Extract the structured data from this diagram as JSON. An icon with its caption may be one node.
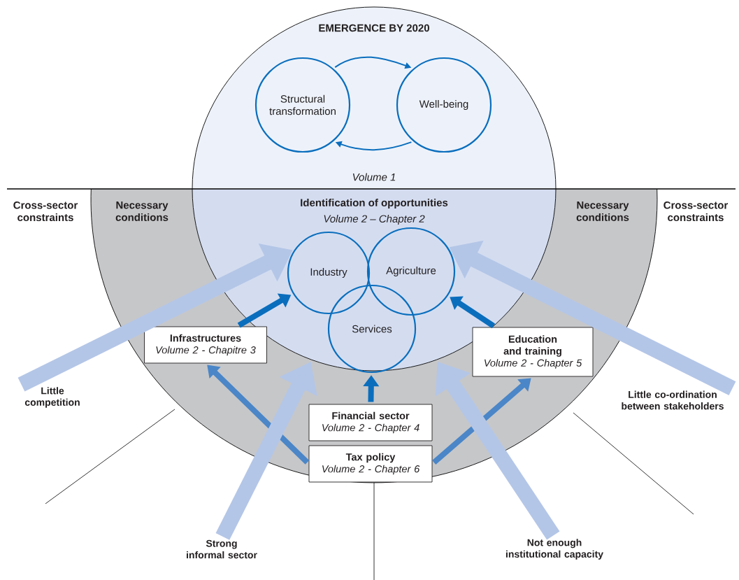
{
  "diagram": {
    "nodes": [
      {
        "text": [
          "EMERGENCE BY 2020",
          "Volume 1"
        ]
      },
      {
        "text": [
          "Structural transformation"
        ],
        "in": 0
      },
      {
        "text": [
          "Well-being"
        ],
        "in": 0
      },
      {
        "text": [
          "Identification of opportunities",
          "Volume 2 – Chapter 2"
        ]
      },
      {
        "text": [
          "Industry"
        ],
        "in": 3
      },
      {
        "text": [
          "Agriculture"
        ],
        "in": 3
      },
      {
        "text": [
          "Services"
        ],
        "in": 3
      },
      {
        "text": [
          "Necessary conditions",
          "Necessary conditions"
        ]
      },
      {
        "text": [
          "Infrastructures",
          "Volume 2 - Chapitre 3"
        ],
        "in": 7
      },
      {
        "text": [
          "Financial sector",
          "Volume 2 - Chapter 4"
        ],
        "in": 7
      },
      {
        "text": [
          "Tax policy",
          "Volume 2 - Chapter 6"
        ],
        "in": 7
      },
      {
        "text": [
          "Education and training",
          "Volume 2 - Chapter 5"
        ],
        "in": 7
      },
      {
        "text": [
          "Little competition"
        ]
      },
      {
        "text": [
          "Strong informal sector"
        ]
      },
      {
        "text": [
          "Not enough institutional capacity"
        ]
      },
      {
        "text": [
          "Little co-ordination between stakeholders"
        ]
      }
    ],
    "edges": [
      {
        "from": 1,
        "to": 2,
        "arrow": "to",
        "color": "#0a6ebd"
      },
      {
        "from": 2,
        "to": 1,
        "arrow": "to",
        "color": "#0a6ebd"
      },
      {
        "from": 8,
        "to": 4,
        "arrow": "to",
        "color": "#0a6ebd"
      },
      {
        "from": 11,
        "to": 5,
        "arrow": "to",
        "color": "#0a6ebd"
      },
      {
        "from": 9,
        "to": 6,
        "arrow": "to",
        "color": "#0a6ebd"
      },
      {
        "from": 10,
        "to": 8,
        "arrow": "to",
        "color": "#4a86c8"
      },
      {
        "from": 10,
        "to": 11,
        "arrow": "to",
        "color": "#4a86c8"
      },
      {
        "from": 12,
        "to": 4,
        "arrow": "to",
        "style": "thick",
        "color": "#b4c6e7"
      },
      {
        "from": 13,
        "to": 3,
        "arrow": "to",
        "style": "thick",
        "color": "#b4c6e7"
      },
      {
        "from": 14,
        "to": 3,
        "arrow": "to",
        "style": "thick",
        "color": "#b4c6e7"
      },
      {
        "from": 15,
        "to": 5,
        "arrow": "to",
        "style": "thick",
        "color": "#b4c6e7"
      }
    ],
    "labels": [
      "Cross-sector constraints",
      "Cross-sector constraints"
    ]
  }
}
